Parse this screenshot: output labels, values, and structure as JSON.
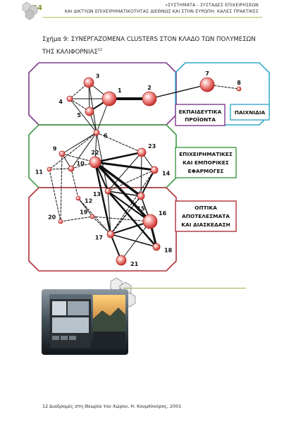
{
  "header": {
    "page_number": "64",
    "line1": "«ΣΥΣΤΗΜΑΤΑ - ΣΥΣΤΑΔΕΣ ΕΠΙΧΕΙΡΗΣΕΩΝ",
    "line2": "ΚΑΙ ΔΙΚΤΥΩΝ ΕΠΙΧΕΙΡΗΜΑΤΙΚΟΤΗΤΑΣ ΔΙΕΘΝΩΣ ΚΑΙ ΣΤΗΝ ΕΥΡΩΠΗ: ΚΑΛΕΣ ΠΡΑΚΤΙΚΕΣ"
  },
  "figure": {
    "caption": "Σχήμα 9: ΣΥΝΕΡΓΑΖΟΜΕΝΑ CLUSTERS ΣΤΟΝ ΚΛΑΔΟ ΤΩΝ ΠΟΛΥΜΕΣΩΝ ΤΗΣ ΚΑΛΙΦΟΡΝΙΑΣ",
    "caption_ref": "12",
    "cluster_labels": {
      "educational": [
        "ΕΚΠΑΙΔΕΥΤΙΚΑ",
        "ΠΡΟΪΟΝΤΑ"
      ],
      "games": [
        "ΠΑΙΧΝΙΔΙΑ"
      ],
      "business": [
        "ΕΠΙΧΕΙΡΗΜΑΤΙΚΕΣ",
        "ΚΑΙ ΕΜΠΟΡΙΚΕΣ",
        "ΕΦΑΡΜΟΓΕΣ"
      ],
      "optical": [
        "ΟΠΤΙΚΑ",
        "ΑΠΟΤΕΛΕΣΜΑΤΑ",
        "ΚΑΙ ΔΙΑΣΚΕΔΑΣΗ"
      ]
    },
    "cluster_colors": {
      "educational": "#7d3a8c",
      "games": "#35a9c9",
      "business": "#3f9a45",
      "optical": "#b0303a"
    },
    "node_color": "#d9534f",
    "nodes": [
      {
        "id": "1",
        "label": "1"
      },
      {
        "id": "2",
        "label": "2"
      },
      {
        "id": "3",
        "label": "3"
      },
      {
        "id": "4",
        "label": "4"
      },
      {
        "id": "5",
        "label": "5"
      },
      {
        "id": "6",
        "label": "6"
      },
      {
        "id": "7",
        "label": "7"
      },
      {
        "id": "8",
        "label": "8"
      },
      {
        "id": "9",
        "label": "9"
      },
      {
        "id": "10",
        "label": "10"
      },
      {
        "id": "11",
        "label": "11"
      },
      {
        "id": "12",
        "label": "12"
      },
      {
        "id": "13",
        "label": "13"
      },
      {
        "id": "14",
        "label": "14"
      },
      {
        "id": "15",
        "label": "15"
      },
      {
        "id": "16",
        "label": "16"
      },
      {
        "id": "17",
        "label": "17"
      },
      {
        "id": "18",
        "label": "18"
      },
      {
        "id": "19",
        "label": "19"
      },
      {
        "id": "20",
        "label": "20"
      },
      {
        "id": "21",
        "label": "21"
      },
      {
        "id": "22",
        "label": "22"
      },
      {
        "id": "23",
        "label": "23"
      }
    ]
  },
  "footer": {
    "source": "12 Διαδρομές στη Θεωρία του Χώρου, Η. Κουμπλούρος, 2001"
  }
}
